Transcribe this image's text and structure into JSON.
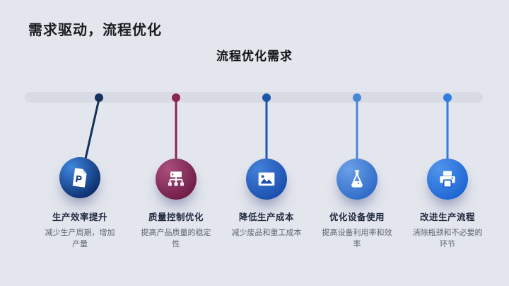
{
  "slide": {
    "background": "#e4e6ee",
    "title": "需求驱动，流程优化",
    "subtitle": "流程优化需求",
    "timeline": {
      "bar_color": "#d8dbe4"
    },
    "items": [
      {
        "title": "生产效率提升",
        "desc": "减少生产周期，增加产量",
        "icon": "document-p-icon",
        "icon_letter": "P",
        "line_color": "#14325c",
        "color_light": "#3f85de",
        "color_dark": "#0c2f6d"
      },
      {
        "title": "质量控制优化",
        "desc": "提高产品质量的稳定性",
        "icon": "sitemap-icon",
        "line_color": "#8e2454",
        "color_light": "#aa4e7e",
        "color_dark": "#6f1d47"
      },
      {
        "title": "降低生产成本",
        "desc": "减少废品和重工成本",
        "icon": "image-icon",
        "line_color": "#1d55a8",
        "color_light": "#4381d8",
        "color_dark": "#1a4fae"
      },
      {
        "title": "优化设备使用",
        "desc": "提高设备利用率和效率",
        "icon": "flask-icon",
        "line_color": "#4a86d8",
        "color_light": "#6ba0e8",
        "color_dark": "#2f6cc8"
      },
      {
        "title": "改进生产流程",
        "desc": "消除瓶颈和不必要的环节",
        "icon": "printer-icon",
        "line_color": "#2e7ce0",
        "color_light": "#5094ec",
        "color_dark": "#1e66d4"
      }
    ]
  }
}
